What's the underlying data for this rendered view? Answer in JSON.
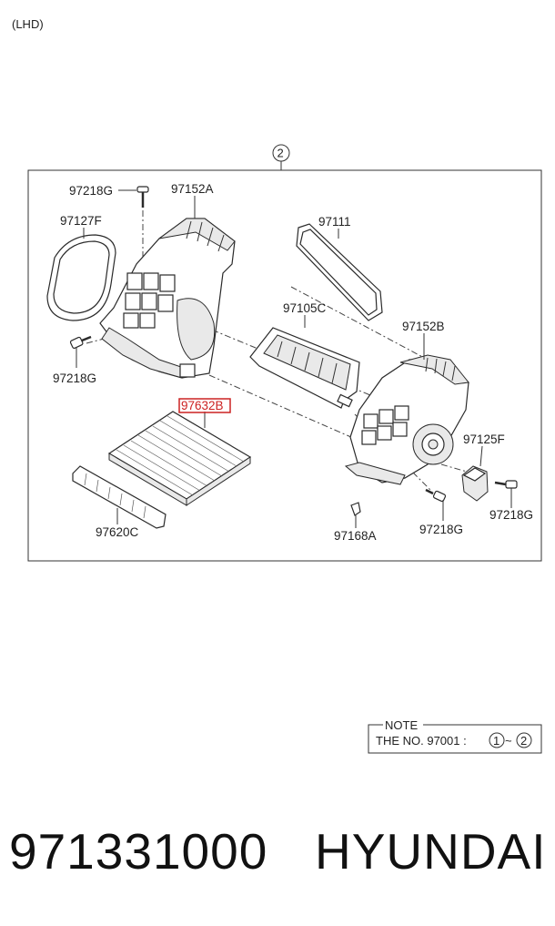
{
  "diagram": {
    "variant": "(LHD)",
    "group_number": "2",
    "parts": {
      "p97218g_top": "97218G",
      "p97152a": "97152A",
      "p97127f": "97127F",
      "p97111": "97111",
      "p97105c": "97105C",
      "p97152b": "97152B",
      "p97218g_left": "97218G",
      "p97632b": "97632B",
      "p97125f": "97125F",
      "p97620c": "97620C",
      "p97168a": "97168A",
      "p97218g_bottom": "97218G",
      "p97218g_right": "97218G"
    },
    "highlight_color": "#cc2222",
    "note": {
      "title": "NOTE",
      "text": "THE NO. 97001  :",
      "circle_from": "1",
      "separator": "~",
      "circle_to": "2"
    }
  },
  "footer": {
    "part_number": "971331000",
    "brand": "HYUNDAI"
  }
}
